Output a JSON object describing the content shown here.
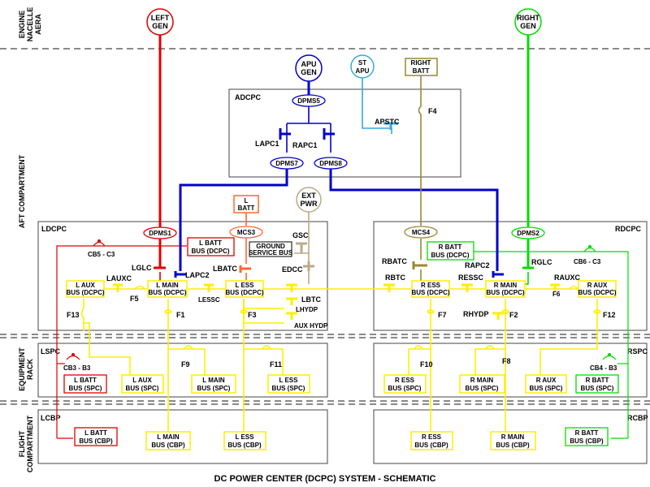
{
  "title": "DC POWER CENTER (DCPC) SYSTEM - SCHEMATIC",
  "colors": {
    "left": "#e00000",
    "right": "#00dd00",
    "apu": "#0000cc",
    "st_apu": "#33aadd",
    "batt": "#998833",
    "ext": "#bbaa88",
    "ess": "#ff6633",
    "bus": "#ffee00"
  },
  "sections": {
    "engine": "ENGINE NACELLE AERA",
    "aft": "AFT COMPARTMENT",
    "equipment": "EQUIPMENT RACK",
    "flight": "FLIGHT COMPARTMENT"
  },
  "panels": {
    "adcpc": "ADCPC",
    "ldcpc": "LDCPC",
    "rdcpc": "RDCPC",
    "lspc": "LSPC",
    "rspc": "RSPC",
    "lcbp": "LCBP",
    "rcbp": "RCBP"
  },
  "sources": {
    "left_gen": [
      "LEFT",
      "GEN"
    ],
    "right_gen": [
      "RIGHT",
      "GEN"
    ],
    "apu_gen": [
      "APU",
      "GEN"
    ],
    "st_apu": [
      "ST",
      "APU"
    ],
    "right_batt": [
      "RIGHT",
      "BATT"
    ],
    "l_batt": [
      "L",
      "BATT"
    ],
    "ext_pwr": [
      "EXT",
      "PWR"
    ]
  },
  "dpms": {
    "dpms5": "DPMS5",
    "dpms7": "DPMS7",
    "dpms8": "DPMS8",
    "dpms1": "DPMS1",
    "mcs3": "MCS3",
    "mcs4": "MCS4",
    "dpms2": "DPMS2"
  },
  "contactors": {
    "lapc1": "LAPC1",
    "rapc1": "RAPC1",
    "apstc": "APSTC",
    "lglc": "LGLC",
    "lapc2": "LAPC2",
    "lauxc": "LAUXC",
    "lbatc": "LBATC",
    "lessc": "LESSC",
    "edcc": "EDCC",
    "gsc": "GSC",
    "lbtc": "LBTC",
    "lhydp": "LHYDP",
    "aux_hydp": "AUX HYDP",
    "rbatc": "RBATC",
    "rbtc": "RBTC",
    "ressc": "RESSC",
    "rapc2": "RAPC2",
    "rglc": "RGLC",
    "rauxc": "RAUXC",
    "rhydp": "RHYDP"
  },
  "breakers": {
    "cb5_c3": "CB5 - C3",
    "cb6_c3": "CB6 - C3",
    "cb3_b3": "CB3 - B3",
    "cb4_b3": "CB4 - B3"
  },
  "fuses": {
    "f4": "F4",
    "f5": "F5",
    "f1": "F1",
    "f3": "F3",
    "f13": "F13",
    "f9": "F9",
    "f11": "F11",
    "f6": "F6",
    "f7": "F7",
    "f2": "F2",
    "f12": "F12",
    "f10": "F10",
    "f8": "F8"
  },
  "buses": {
    "l_batt_dcpc": [
      "L BATT",
      "BUS (DCPC)"
    ],
    "ground_service": [
      "GROUND",
      "SERVICE BUS"
    ],
    "l_aux_dcpc": [
      "L AUX",
      "BUS (DCPC)"
    ],
    "l_main_dcpc": [
      "L MAIN",
      "BUS (DCPC)"
    ],
    "l_ess_dcpc": [
      "L ESS",
      "BUS (DCPC)"
    ],
    "r_batt_dcpc": [
      "R BATT",
      "BUS (DCPC)"
    ],
    "r_ess_dcpc": [
      "R ESS",
      "BUS (DCPC)"
    ],
    "r_main_dcpc": [
      "R MAIN",
      "BUS (DCPC)"
    ],
    "r_aux_dcpc": [
      "R AUX",
      "BUS (DCPC)"
    ],
    "l_batt_spc": [
      "L BATT",
      "BUS (SPC)"
    ],
    "l_aux_spc": [
      "L AUX",
      "BUS (SPC)"
    ],
    "l_main_spc": [
      "L MAIN",
      "BUS (SPC)"
    ],
    "l_ess_spc": [
      "L ESS",
      "BUS (SPC)"
    ],
    "r_ess_spc": [
      "R ESS",
      "BUS (SPC)"
    ],
    "r_main_spc": [
      "R MAIN",
      "BUS (SPC)"
    ],
    "r_aux_spc": [
      "R AUX",
      "BUS (SPC)"
    ],
    "r_batt_spc": [
      "R BATT",
      "BUS (SPC)"
    ],
    "l_batt_cbp": [
      "L BATT",
      "BUS (CBP)"
    ],
    "l_main_cbp": [
      "L MAIN",
      "BUS (CBP)"
    ],
    "l_ess_cbp": [
      "L ESS",
      "BUS (CBP)"
    ],
    "r_ess_cbp": [
      "R ESS",
      "BUS (CBP)"
    ],
    "r_main_cbp": [
      "R MAIN",
      "BUS (CBP)"
    ],
    "r_batt_cbp": [
      "R BATT",
      "BUS (CBP)"
    ]
  }
}
